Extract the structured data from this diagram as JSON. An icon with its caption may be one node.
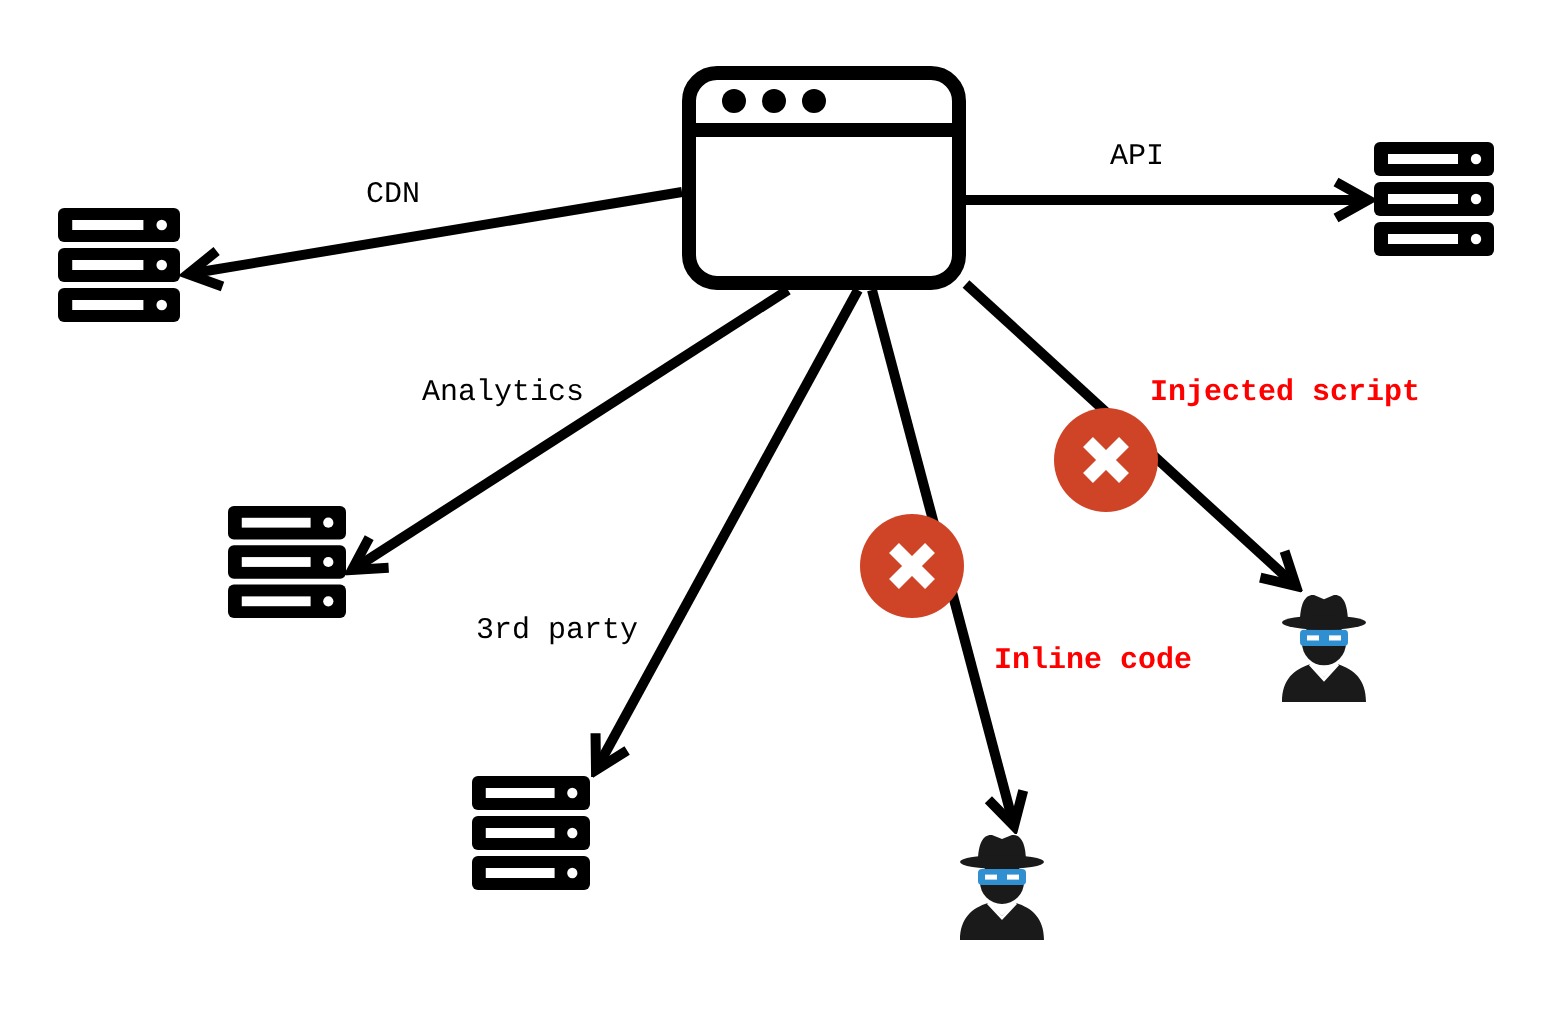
{
  "diagram": {
    "nodes": [
      {
        "text": [],
        "shape": "picture"
      },
      {
        "text": [],
        "shape": "picture"
      },
      {
        "text": [],
        "shape": "picture"
      },
      {
        "text": [],
        "shape": "picture"
      },
      {
        "text": [],
        "shape": "picture"
      },
      {
        "text": [],
        "shape": "picture"
      },
      {
        "text": [],
        "shape": "picture"
      }
    ],
    "edges": [
      {
        "from": 0,
        "to": 1,
        "arrow": "to",
        "label": "API"
      },
      {
        "from": 0,
        "to": 2,
        "arrow": "to",
        "label": "CDN"
      },
      {
        "from": 0,
        "to": 3,
        "arrow": "to",
        "label": "Analytics"
      },
      {
        "from": 0,
        "to": 4,
        "arrow": "to",
        "label": "Injected script"
      },
      {
        "from": 0,
        "to": 5,
        "arrow": "to",
        "label": "3rd party"
      },
      {
        "from": 0,
        "to": 6,
        "arrow": "to",
        "label": "Inline code"
      }
    ]
  }
}
